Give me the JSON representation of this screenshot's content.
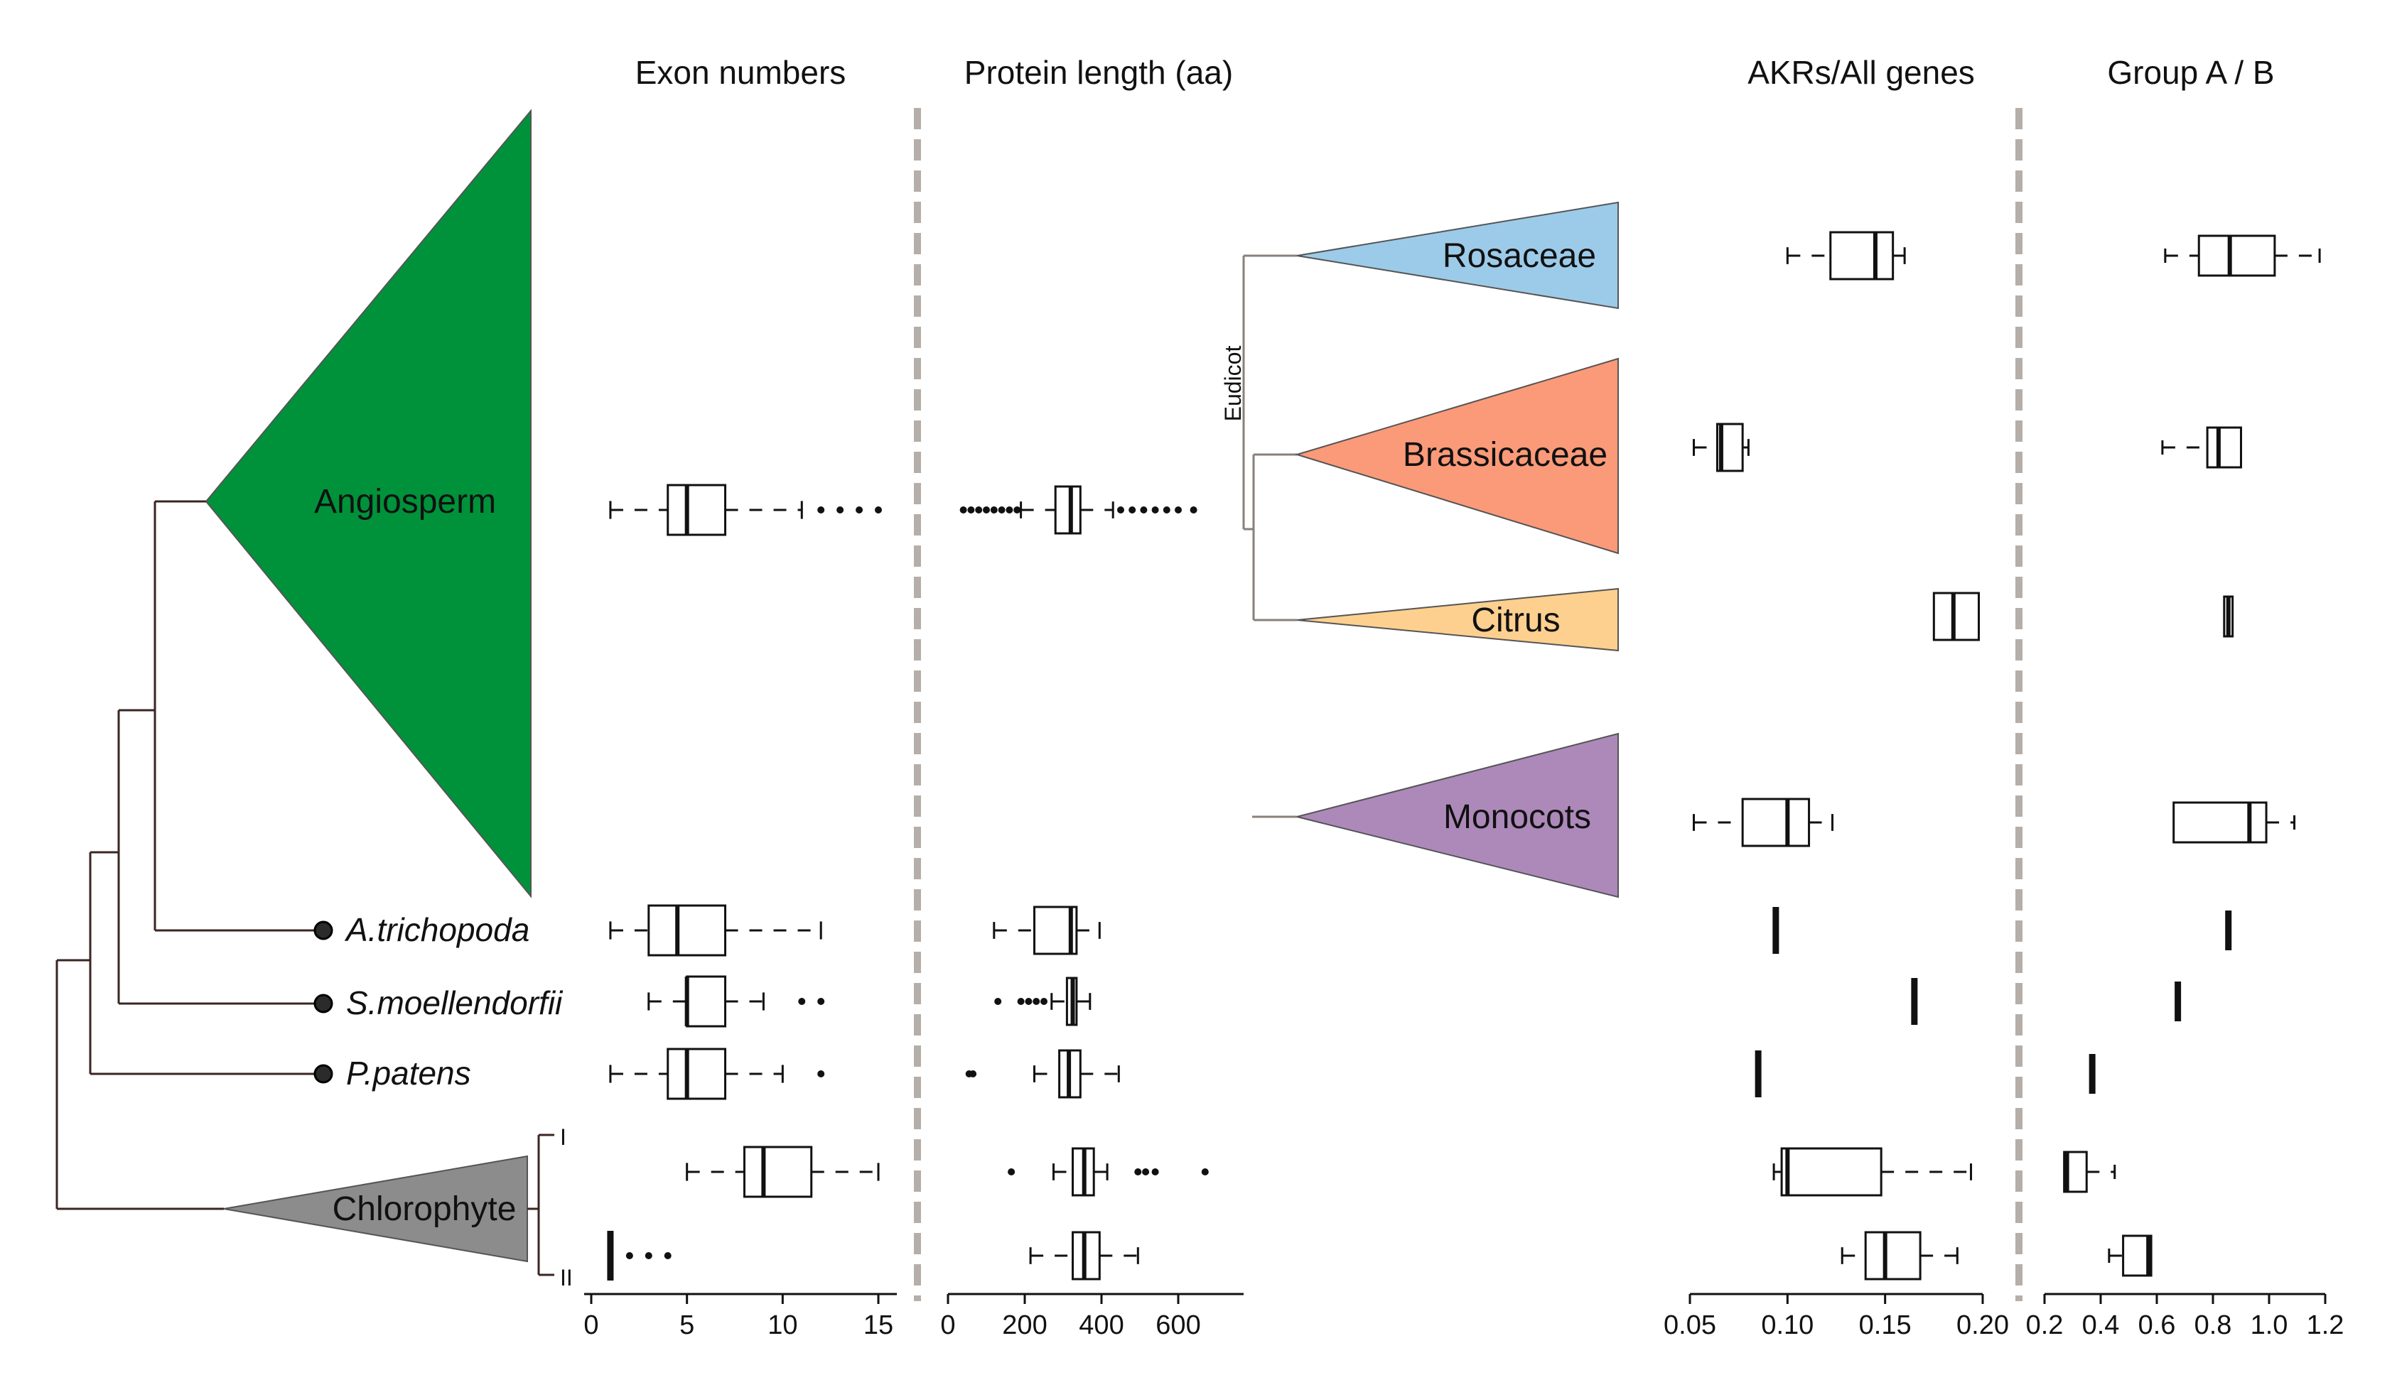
{
  "colors": {
    "angiosperm": "#00923a",
    "chlorophyte": "#8c8c8c",
    "rosaceae": "#9ccbe9",
    "brassicaceae": "#fb9a79",
    "citrus": "#fdd08f",
    "monocots": "#ad89ba",
    "tree_line": "#3a2622",
    "separator": "#b5aea9",
    "box": "#111111"
  },
  "chart_data": {
    "type": "boxplot",
    "tree": {
      "clades": [
        {
          "id": "angiosperm",
          "label": "Angiosperm",
          "color": "#00923a"
        },
        {
          "id": "chlorophyte",
          "label": "Chlorophyte",
          "color": "#8c8c8c"
        },
        {
          "id": "rosaceae",
          "label": "Rosaceae",
          "color": "#9ccbe9"
        },
        {
          "id": "brassicaceae",
          "label": "Brassicaceae",
          "color": "#fb9a79"
        },
        {
          "id": "citrus",
          "label": "Citrus",
          "color": "#fdd08f"
        },
        {
          "id": "monocots",
          "label": "Monocots",
          "color": "#ad89ba"
        }
      ],
      "species": [
        "A.trichopoda",
        "S.moellendorfii",
        "P.patens"
      ],
      "node_label": "Eudicot",
      "chlorophyte_markers": [
        "I",
        "II"
      ]
    },
    "panels": [
      {
        "id": "exon",
        "title": "Exon numbers",
        "xlim": [
          0,
          15
        ],
        "ticks": [
          0,
          5,
          10,
          15
        ],
        "series": [
          {
            "group": "Angiosperm",
            "whisker_low": 1,
            "q1": 4,
            "median": 5,
            "q3": 7,
            "whisker_high": 11,
            "outliers": [
              12,
              13,
              14,
              15
            ]
          },
          {
            "group": "A.trichopoda",
            "whisker_low": 1,
            "q1": 3,
            "median": 4.5,
            "q3": 7,
            "whisker_high": 12,
            "outliers": []
          },
          {
            "group": "S.moellendorfii",
            "whisker_low": 3,
            "q1": 5,
            "median": 5,
            "q3": 7,
            "whisker_high": 9,
            "outliers": [
              11,
              12
            ]
          },
          {
            "group": "P.patens",
            "whisker_low": 1,
            "q1": 4,
            "median": 5,
            "q3": 7,
            "whisker_high": 10,
            "outliers": [
              12
            ]
          },
          {
            "group": "Chlorophyte I",
            "whisker_low": 5,
            "q1": 8,
            "median": 9,
            "q3": 11.5,
            "whisker_high": 15,
            "outliers": []
          },
          {
            "group": "Chlorophyte II",
            "whisker_low": 1,
            "q1": 1,
            "median": 1,
            "q3": 1,
            "whisker_high": 1,
            "outliers": [
              2,
              3,
              4
            ]
          }
        ]
      },
      {
        "id": "protein",
        "title": "Protein length (aa)",
        "xlim": [
          0,
          700
        ],
        "ticks": [
          0,
          200,
          400,
          600
        ],
        "series": [
          {
            "group": "Angiosperm",
            "whisker_low": 190,
            "q1": 280,
            "median": 320,
            "q3": 345,
            "whisker_high": 430,
            "outliers": [
              40,
              60,
              80,
              100,
              120,
              140,
              160,
              180,
              450,
              480,
              510,
              540,
              570,
              600,
              640
            ]
          },
          {
            "group": "A.trichopoda",
            "whisker_low": 120,
            "q1": 225,
            "median": 320,
            "q3": 335,
            "whisker_high": 395,
            "outliers": []
          },
          {
            "group": "S.moellendorfii",
            "whisker_low": 270,
            "q1": 310,
            "median": 325,
            "q3": 335,
            "whisker_high": 370,
            "outliers": [
              130,
              190,
              210,
              230,
              250
            ]
          },
          {
            "group": "P.patens",
            "whisker_low": 225,
            "q1": 290,
            "median": 315,
            "q3": 345,
            "whisker_high": 445,
            "outliers": [
              55,
              65
            ]
          },
          {
            "group": "Chlorophyte I",
            "whisker_low": 275,
            "q1": 325,
            "median": 355,
            "q3": 380,
            "whisker_high": 415,
            "outliers": [
              165,
              495,
              515,
              540,
              670
            ]
          },
          {
            "group": "Chlorophyte II",
            "whisker_low": 215,
            "q1": 325,
            "median": 355,
            "q3": 395,
            "whisker_high": 495,
            "outliers": []
          }
        ]
      },
      {
        "id": "akr",
        "title": "AKRs/All genes",
        "xlim": [
          0.05,
          0.2
        ],
        "ticks": [
          0.05,
          0.1,
          0.15,
          0.2
        ],
        "tick_labels": [
          "0.05",
          "0.10",
          "0.15",
          "0.20"
        ],
        "series": [
          {
            "group": "Rosaceae",
            "whisker_low": 0.1,
            "q1": 0.122,
            "median": 0.145,
            "q3": 0.154,
            "whisker_high": 0.16,
            "outliers": []
          },
          {
            "group": "Brassicaceae",
            "whisker_low": 0.052,
            "q1": 0.064,
            "median": 0.066,
            "q3": 0.077,
            "whisker_high": 0.08,
            "outliers": []
          },
          {
            "group": "Citrus",
            "whisker_low": 0.18,
            "q1": 0.175,
            "median": 0.185,
            "q3": 0.198,
            "whisker_high": 0.198,
            "outliers": []
          },
          {
            "group": "Monocots",
            "whisker_low": 0.052,
            "q1": 0.077,
            "median": 0.1,
            "q3": 0.111,
            "whisker_high": 0.123,
            "outliers": []
          },
          {
            "group": "A.trichopoda",
            "whisker_low": 0.094,
            "q1": 0.094,
            "median": 0.094,
            "q3": 0.094,
            "whisker_high": 0.094,
            "outliers": []
          },
          {
            "group": "S.moellendorfii",
            "whisker_low": 0.165,
            "q1": 0.165,
            "median": 0.165,
            "q3": 0.165,
            "whisker_high": 0.165,
            "outliers": []
          },
          {
            "group": "P.patens",
            "whisker_low": 0.085,
            "q1": 0.085,
            "median": 0.085,
            "q3": 0.085,
            "whisker_high": 0.085,
            "outliers": []
          },
          {
            "group": "Chlorophyte I",
            "whisker_low": 0.093,
            "q1": 0.097,
            "median": 0.1,
            "q3": 0.148,
            "whisker_high": 0.194,
            "outliers": []
          },
          {
            "group": "Chlorophyte II",
            "whisker_low": 0.128,
            "q1": 0.14,
            "median": 0.15,
            "q3": 0.168,
            "whisker_high": 0.187,
            "outliers": []
          }
        ]
      },
      {
        "id": "groupab",
        "title": "Group A / B",
        "xlim": [
          0.2,
          1.2
        ],
        "ticks": [
          0.2,
          0.4,
          0.6,
          0.8,
          1.0,
          1.2
        ],
        "tick_labels": [
          "0.2",
          "0.4",
          "0.6",
          "0.8",
          "1.0",
          "1.2"
        ],
        "series": [
          {
            "group": "Rosaceae",
            "whisker_low": 0.63,
            "q1": 0.75,
            "median": 0.86,
            "q3": 1.02,
            "whisker_high": 1.18,
            "outliers": []
          },
          {
            "group": "Brassicaceae",
            "whisker_low": 0.62,
            "q1": 0.78,
            "median": 0.82,
            "q3": 0.9,
            "whisker_high": 0.9,
            "outliers": []
          },
          {
            "group": "Citrus",
            "whisker_low": 0.85,
            "q1": 0.84,
            "median": 0.855,
            "q3": 0.87,
            "whisker_high": 0.87,
            "outliers": []
          },
          {
            "group": "Monocots",
            "whisker_low": 0.66,
            "q1": 0.66,
            "median": 0.93,
            "q3": 0.99,
            "whisker_high": 1.09,
            "outliers": []
          },
          {
            "group": "A.trichopoda",
            "whisker_low": 0.855,
            "q1": 0.855,
            "median": 0.855,
            "q3": 0.855,
            "whisker_high": 0.855,
            "outliers": []
          },
          {
            "group": "S.moellendorfii",
            "whisker_low": 0.675,
            "q1": 0.675,
            "median": 0.675,
            "q3": 0.675,
            "whisker_high": 0.675,
            "outliers": []
          },
          {
            "group": "P.patens",
            "whisker_low": 0.37,
            "q1": 0.37,
            "median": 0.37,
            "q3": 0.37,
            "whisker_high": 0.37,
            "outliers": []
          },
          {
            "group": "Chlorophyte I",
            "whisker_low": 0.27,
            "q1": 0.27,
            "median": 0.28,
            "q3": 0.35,
            "whisker_high": 0.45,
            "outliers": []
          },
          {
            "group": "Chlorophyte II",
            "whisker_low": 0.43,
            "q1": 0.48,
            "median": 0.57,
            "q3": 0.58,
            "whisker_high": 0.58,
            "outliers": []
          }
        ]
      }
    ]
  }
}
